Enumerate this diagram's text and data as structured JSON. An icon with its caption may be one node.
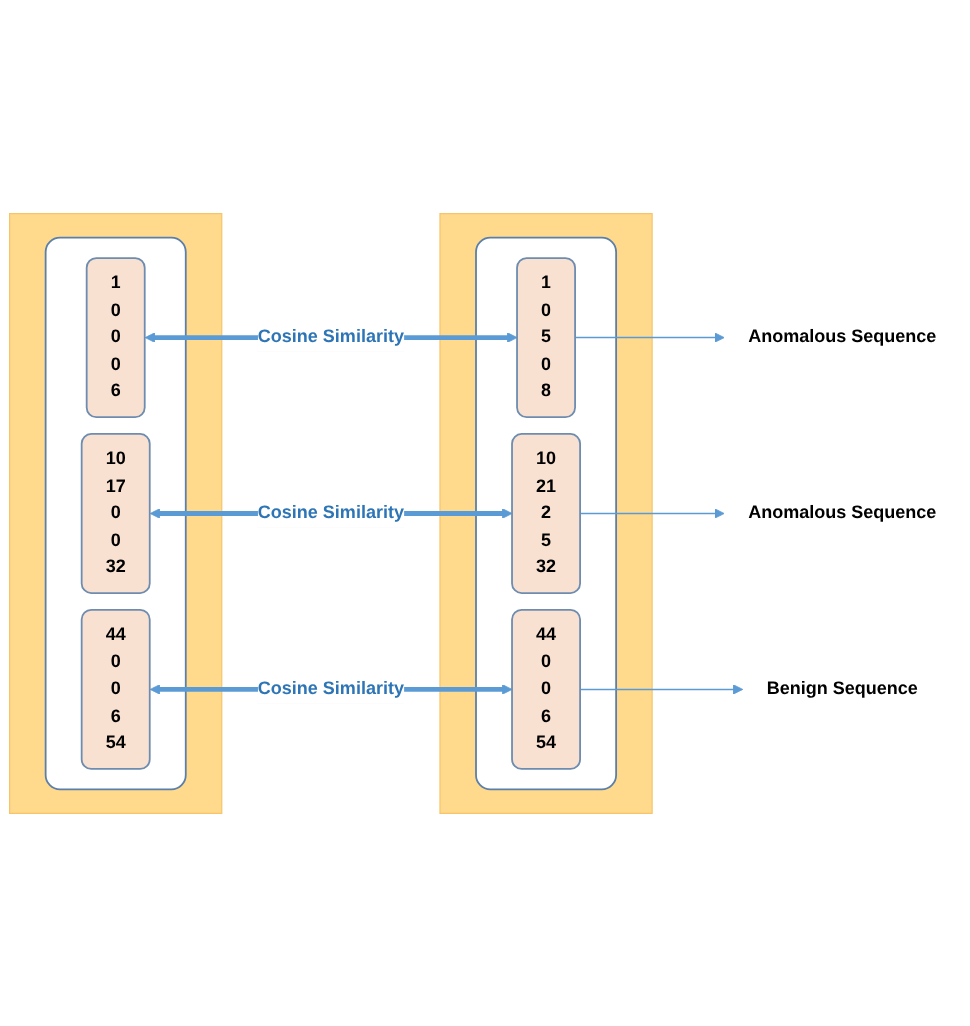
{
  "diagram": {
    "nodes": [
      {
        "text": [],
        "shape": "bar"
      },
      {
        "text": [],
        "shape": "box",
        "in": 0
      },
      {
        "text": [
          "1",
          "0",
          "0",
          "0",
          "6"
        ],
        "in": 1
      },
      {
        "text": [
          "10",
          "17",
          "0",
          "0",
          "32"
        ],
        "in": 1
      },
      {
        "text": [
          "44",
          "0",
          "0",
          "6",
          "54"
        ],
        "in": 1
      },
      {
        "text": [],
        "shape": "bar"
      },
      {
        "text": [],
        "shape": "box",
        "in": 5
      },
      {
        "text": [
          "1",
          "0",
          "5",
          "0",
          "8"
        ],
        "in": 6
      },
      {
        "text": [
          "10",
          "21",
          "2",
          "5",
          "32"
        ],
        "in": 6
      },
      {
        "text": [
          "44",
          "0",
          "0",
          "6",
          "54"
        ],
        "in": 6
      },
      {
        "text": [
          "Anomalous Sequence"
        ]
      },
      {
        "text": [
          "Anomalous Sequence"
        ]
      },
      {
        "text": [
          "Benign Sequence"
        ]
      }
    ],
    "edges": [
      {
        "from": 2,
        "to": 7,
        "arrow": "both",
        "label": "Cosine Similarity",
        "style": "thick"
      },
      {
        "from": 3,
        "to": 8,
        "arrow": "both",
        "label": "Cosine Similarity",
        "style": "thick"
      },
      {
        "from": 4,
        "to": 9,
        "arrow": "both",
        "label": "Cosine Similarity",
        "style": "thick"
      },
      {
        "from": 7,
        "to": 10,
        "arrow": "to"
      },
      {
        "from": 8,
        "to": 11,
        "arrow": "to"
      },
      {
        "from": 9,
        "to": 12,
        "arrow": "to"
      }
    ]
  }
}
